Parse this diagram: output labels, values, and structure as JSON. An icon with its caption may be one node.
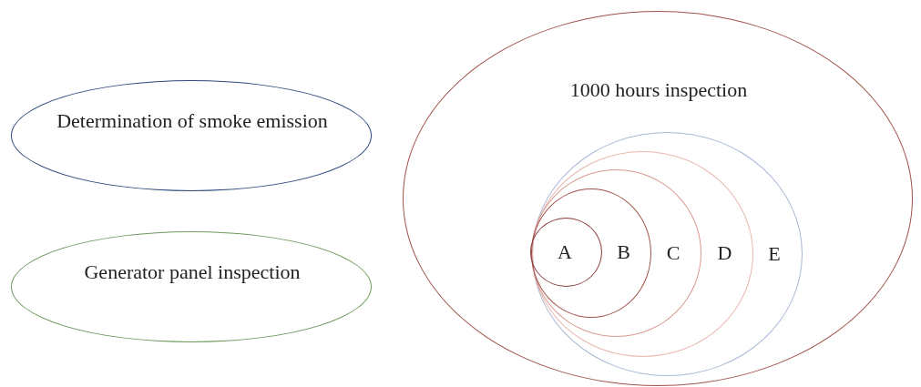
{
  "diagram": {
    "nodes": [
      {
        "text": [
          "Determination of smoke emission"
        ]
      },
      {
        "text": [
          "Generator panel inspection"
        ]
      },
      {
        "text": [
          "1000 hours inspection"
        ]
      },
      {
        "text": [
          "E"
        ],
        "in": 2
      },
      {
        "text": [
          "D"
        ],
        "in": 3
      },
      {
        "text": [
          "C"
        ],
        "in": 4
      },
      {
        "text": [
          "B"
        ],
        "in": 5
      },
      {
        "text": [
          "A"
        ],
        "in": 6
      }
    ],
    "edges": []
  }
}
